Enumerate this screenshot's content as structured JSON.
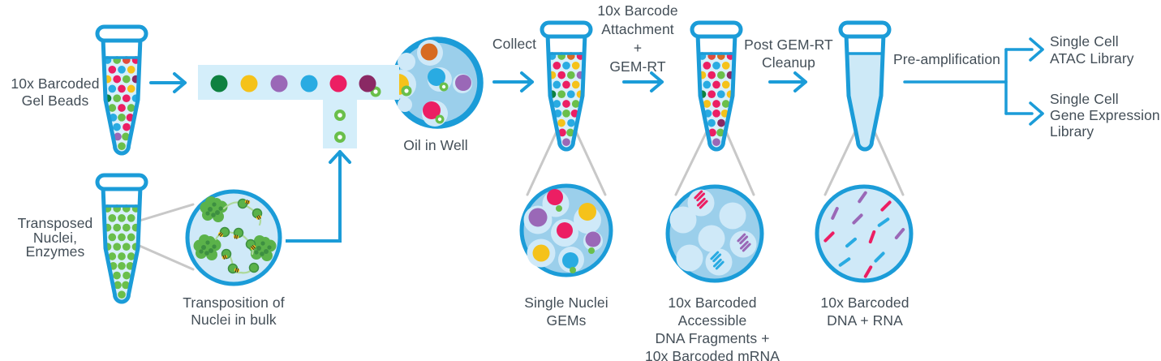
{
  "palette": {
    "accent_blue": "#1b9cd8",
    "channel_fill": "#d4eefa",
    "tube_liquid_fill": "#d9f0fb",
    "clean_liquid_fill": "#cde9f7",
    "emulsion_fill": "#9bcfeb",
    "droplet_fill": "#cfe9f8",
    "rna_circle_fill": "#cfe9f8",
    "text": "#434e57",
    "callout_gray": "#c8c8c8",
    "nuclei_green": "#5bb24a",
    "nuclei_dark_green": "#3d8f41",
    "squiggle_green": "#aed99b",
    "enzyme_yellow": "#f9c513",
    "enzyme_dark": "#2b2b28",
    "beads": {
      "cyan": "#29abe2",
      "green": "#6abf4b",
      "darkgreen": "#0e8140",
      "yellow": "#f5c21a",
      "orange": "#d76b22",
      "red": "#e04c3c",
      "pink": "#ec1e63",
      "purple": "#9a68b7",
      "maroon": "#8a2964"
    }
  },
  "labels": {
    "gel_beads": "10x Barcoded\nGel Beads",
    "transposed_nuclei": "Transposed\nNuclei,\nEnzymes",
    "transposition": "Transposition of\nNuclei in bulk",
    "oil_in_well": "Oil in Well",
    "collect": "Collect",
    "barcode_attachment": "10x Barcode\nAttachment\n+\nGEM-RT",
    "single_nuclei_gems": "Single Nuclei\nGEMs",
    "post_gem_rt_cleanup": "Post GEM-RT\nCleanup",
    "pre_amplification": "Pre-amplification",
    "accessible_dna": "10x Barcoded\nAccessible\nDNA Fragments +\n10x Barcoded mRNA",
    "barcoded_dna_rna": "10x Barcoded\nDNA + RNA",
    "atac_library": "Single Cell\nATAC Library",
    "gex_library": "Single Cell\nGene Expression\nLibrary"
  },
  "figures": {
    "tubes": {
      "tube1": {
        "rows": [
          [
            "cyan",
            "green",
            "red",
            "pink"
          ],
          [
            "pink",
            "cyan",
            "yellow"
          ],
          [
            "yellow",
            "pink",
            "green",
            "maroon"
          ],
          [
            "cyan",
            "pink",
            "yellow"
          ],
          [
            "darkgreen",
            "green",
            "pink",
            "cyan"
          ],
          [
            "green",
            "pink",
            "green"
          ],
          [
            "cyan",
            "green",
            "pink"
          ],
          [
            "cyan",
            "pink"
          ],
          [
            "purple",
            "green"
          ],
          [
            "green"
          ]
        ]
      },
      "tube2": {
        "rows": [
          [
            "green",
            "green",
            "green",
            "green"
          ],
          [
            "green",
            "green",
            "green"
          ],
          [
            "green",
            "green",
            "green",
            "green"
          ],
          [
            "green",
            "green",
            "green"
          ],
          [
            "green",
            "green",
            "green",
            "green"
          ],
          [
            "green",
            "green",
            "green"
          ],
          [
            "green",
            "green",
            "green"
          ],
          [
            "green",
            "green"
          ],
          [
            "green",
            "green"
          ],
          [
            "green"
          ]
        ]
      },
      "tube3": {
        "rows": [
          [
            "cyan",
            "green",
            "orange",
            "pink"
          ],
          [
            "pink",
            "cyan",
            "yellow"
          ],
          [
            "yellow",
            "pink",
            "green",
            "purple"
          ],
          [
            "cyan",
            "pink",
            "yellow"
          ],
          [
            "darkgreen",
            "green",
            "cyan",
            "yellow"
          ],
          [
            "cyan",
            "pink",
            "green"
          ],
          [
            "cyan",
            "green",
            "pink"
          ],
          [
            "yellow",
            "cyan"
          ],
          [
            "pink",
            "green"
          ],
          [
            "purple"
          ]
        ]
      },
      "tube4": {
        "rows": [
          [
            "cyan",
            "red",
            "orange",
            "pink"
          ],
          [
            "pink",
            "cyan",
            "yellow"
          ],
          [
            "yellow",
            "pink",
            "green",
            "maroon"
          ],
          [
            "cyan",
            "pink",
            "yellow"
          ],
          [
            "darkgreen",
            "pink",
            "cyan",
            "yellow"
          ],
          [
            "yellow",
            "pink",
            "green"
          ],
          [
            "cyan",
            "pink",
            "yellow"
          ],
          [
            "cyan",
            "maroon"
          ],
          [
            "pink",
            "green"
          ],
          [
            "purple"
          ]
        ]
      },
      "tube5": {
        "rows": []
      }
    },
    "channel_beads": [
      "darkgreen",
      "yellow",
      "purple",
      "cyan",
      "pink",
      "maroon"
    ],
    "oil_well_beads": [
      "orange",
      "yellow",
      "cyan",
      "purple",
      "pink"
    ],
    "gem_circle_beads": [
      "pink",
      "purple",
      "yellow",
      "pink",
      "purple",
      "yellow",
      "cyan"
    ],
    "fragment_marks": [
      "pink",
      "purple",
      "cyan"
    ],
    "rna_dashes": [
      "purple",
      "purple",
      "pink",
      "purple",
      "cyan",
      "purple",
      "pink",
      "pink",
      "cyan",
      "cyan",
      "cyan",
      "pink"
    ]
  }
}
